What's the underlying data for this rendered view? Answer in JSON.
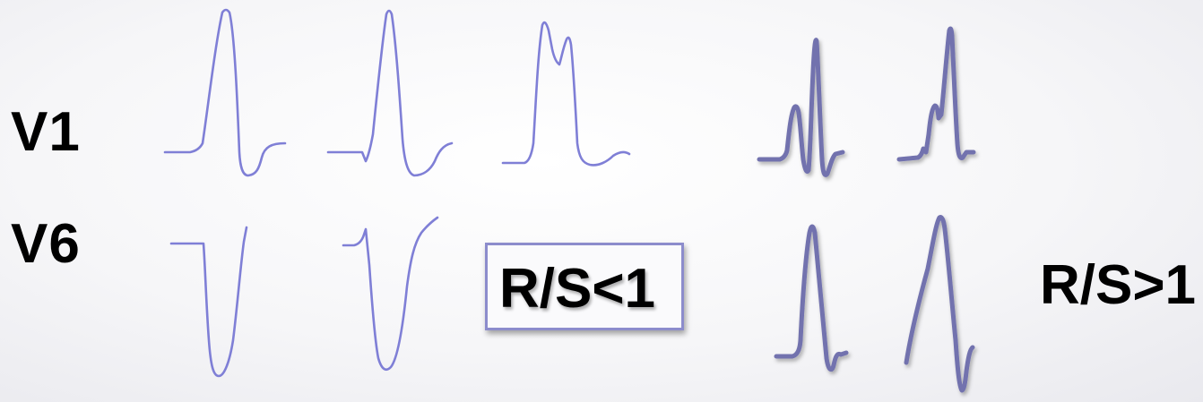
{
  "leads": {
    "v1": "V1",
    "v6": "V6"
  },
  "ratios": {
    "left": "R/S<1",
    "right": "R/S>1"
  },
  "colors": {
    "thin_trace": "#7f7fd6",
    "thick_trace": "#7272ae",
    "box_border": "#8c8ccc"
  }
}
